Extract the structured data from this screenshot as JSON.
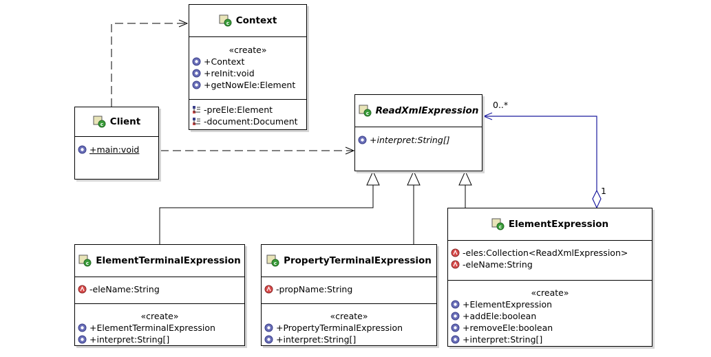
{
  "diagram": {
    "classes": {
      "context": {
        "name": "Context",
        "stereotype": "«create»",
        "operations": [
          "+Context",
          "+reInit:void",
          "+getNowEle:Element"
        ],
        "attributes": [
          "-preEle:Element",
          "-document:Document"
        ]
      },
      "client": {
        "name": "Client",
        "operations": [
          "+main:void"
        ]
      },
      "read_xml_expression": {
        "name": "ReadXmlExpression",
        "operations": [
          "+interpret:String[]"
        ]
      },
      "element_terminal_expression": {
        "name": "ElementTerminalExpression",
        "attributes": [
          "-eleName:String"
        ],
        "stereotype": "«create»",
        "operations": [
          "+ElementTerminalExpression",
          "+interpret:String[]"
        ]
      },
      "property_terminal_expression": {
        "name": "PropertyTerminalExpression",
        "attributes": [
          "-propName:String"
        ],
        "stereotype": "«create»",
        "operations": [
          "+PropertyTerminalExpression",
          "+interpret:String[]"
        ]
      },
      "element_expression": {
        "name": "ElementExpression",
        "attributes": [
          "-eles:Collection<ReadXmlExpression>",
          "-eleName:String"
        ],
        "stereotype": "«create»",
        "operations": [
          "+ElementExpression",
          "+addEle:boolean",
          "+removeEle:boolean",
          "+interpret:String[]"
        ]
      }
    },
    "multiplicities": {
      "aggregation_target": "0..*",
      "aggregation_source": "1"
    },
    "colors": {
      "class_icon_fill": "#e8e4b8",
      "class_badge": "#3a9d3a",
      "public_icon": "#6a6fb8",
      "private_icon": "#d84a4a",
      "aggregation_line": "#1a1a9e",
      "shadow": "#d6d6d6"
    }
  }
}
